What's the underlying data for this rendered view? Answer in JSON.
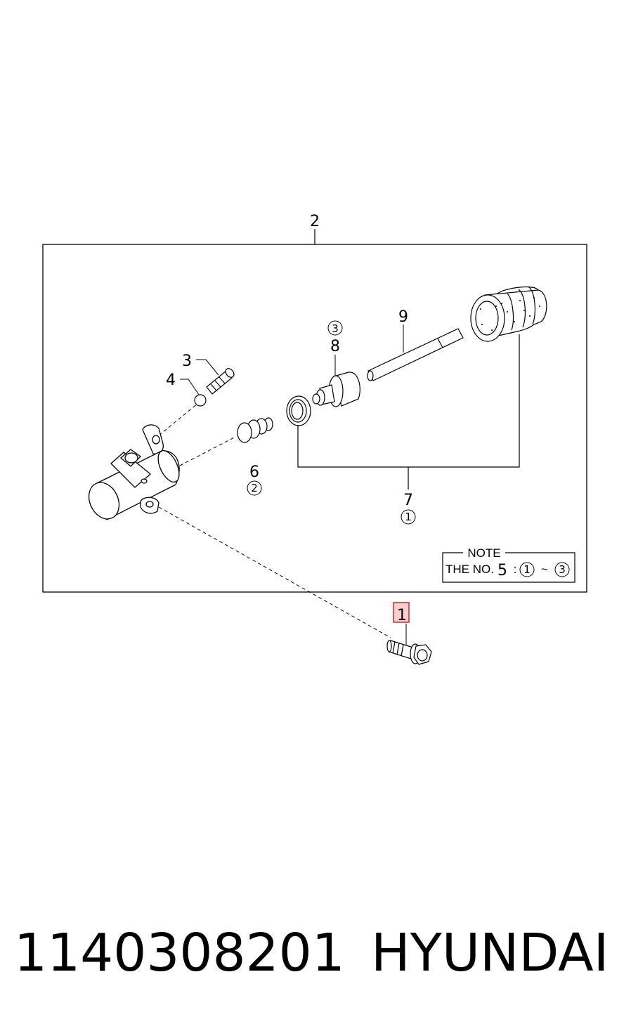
{
  "diagram": {
    "labels": {
      "assembly": "2",
      "bolt": "1",
      "bleeder_screw": "3",
      "cap": "4",
      "spring": "6",
      "boot_kit": "7",
      "piston": "8",
      "push_rod": "9"
    },
    "circled_labels": {
      "spring": "2",
      "boot_kit": "1",
      "piston": "3"
    },
    "note": {
      "title": "NOTE",
      "prefix": "THE NO.",
      "number": "5",
      "sep": ":",
      "range_from": "1",
      "tilde": "~",
      "range_to": "3"
    },
    "highlight_color": "#e03030",
    "highlight_fill": "#f6d0d0"
  },
  "footer": {
    "part_number": "1140308201",
    "brand": "HYUNDAI"
  }
}
